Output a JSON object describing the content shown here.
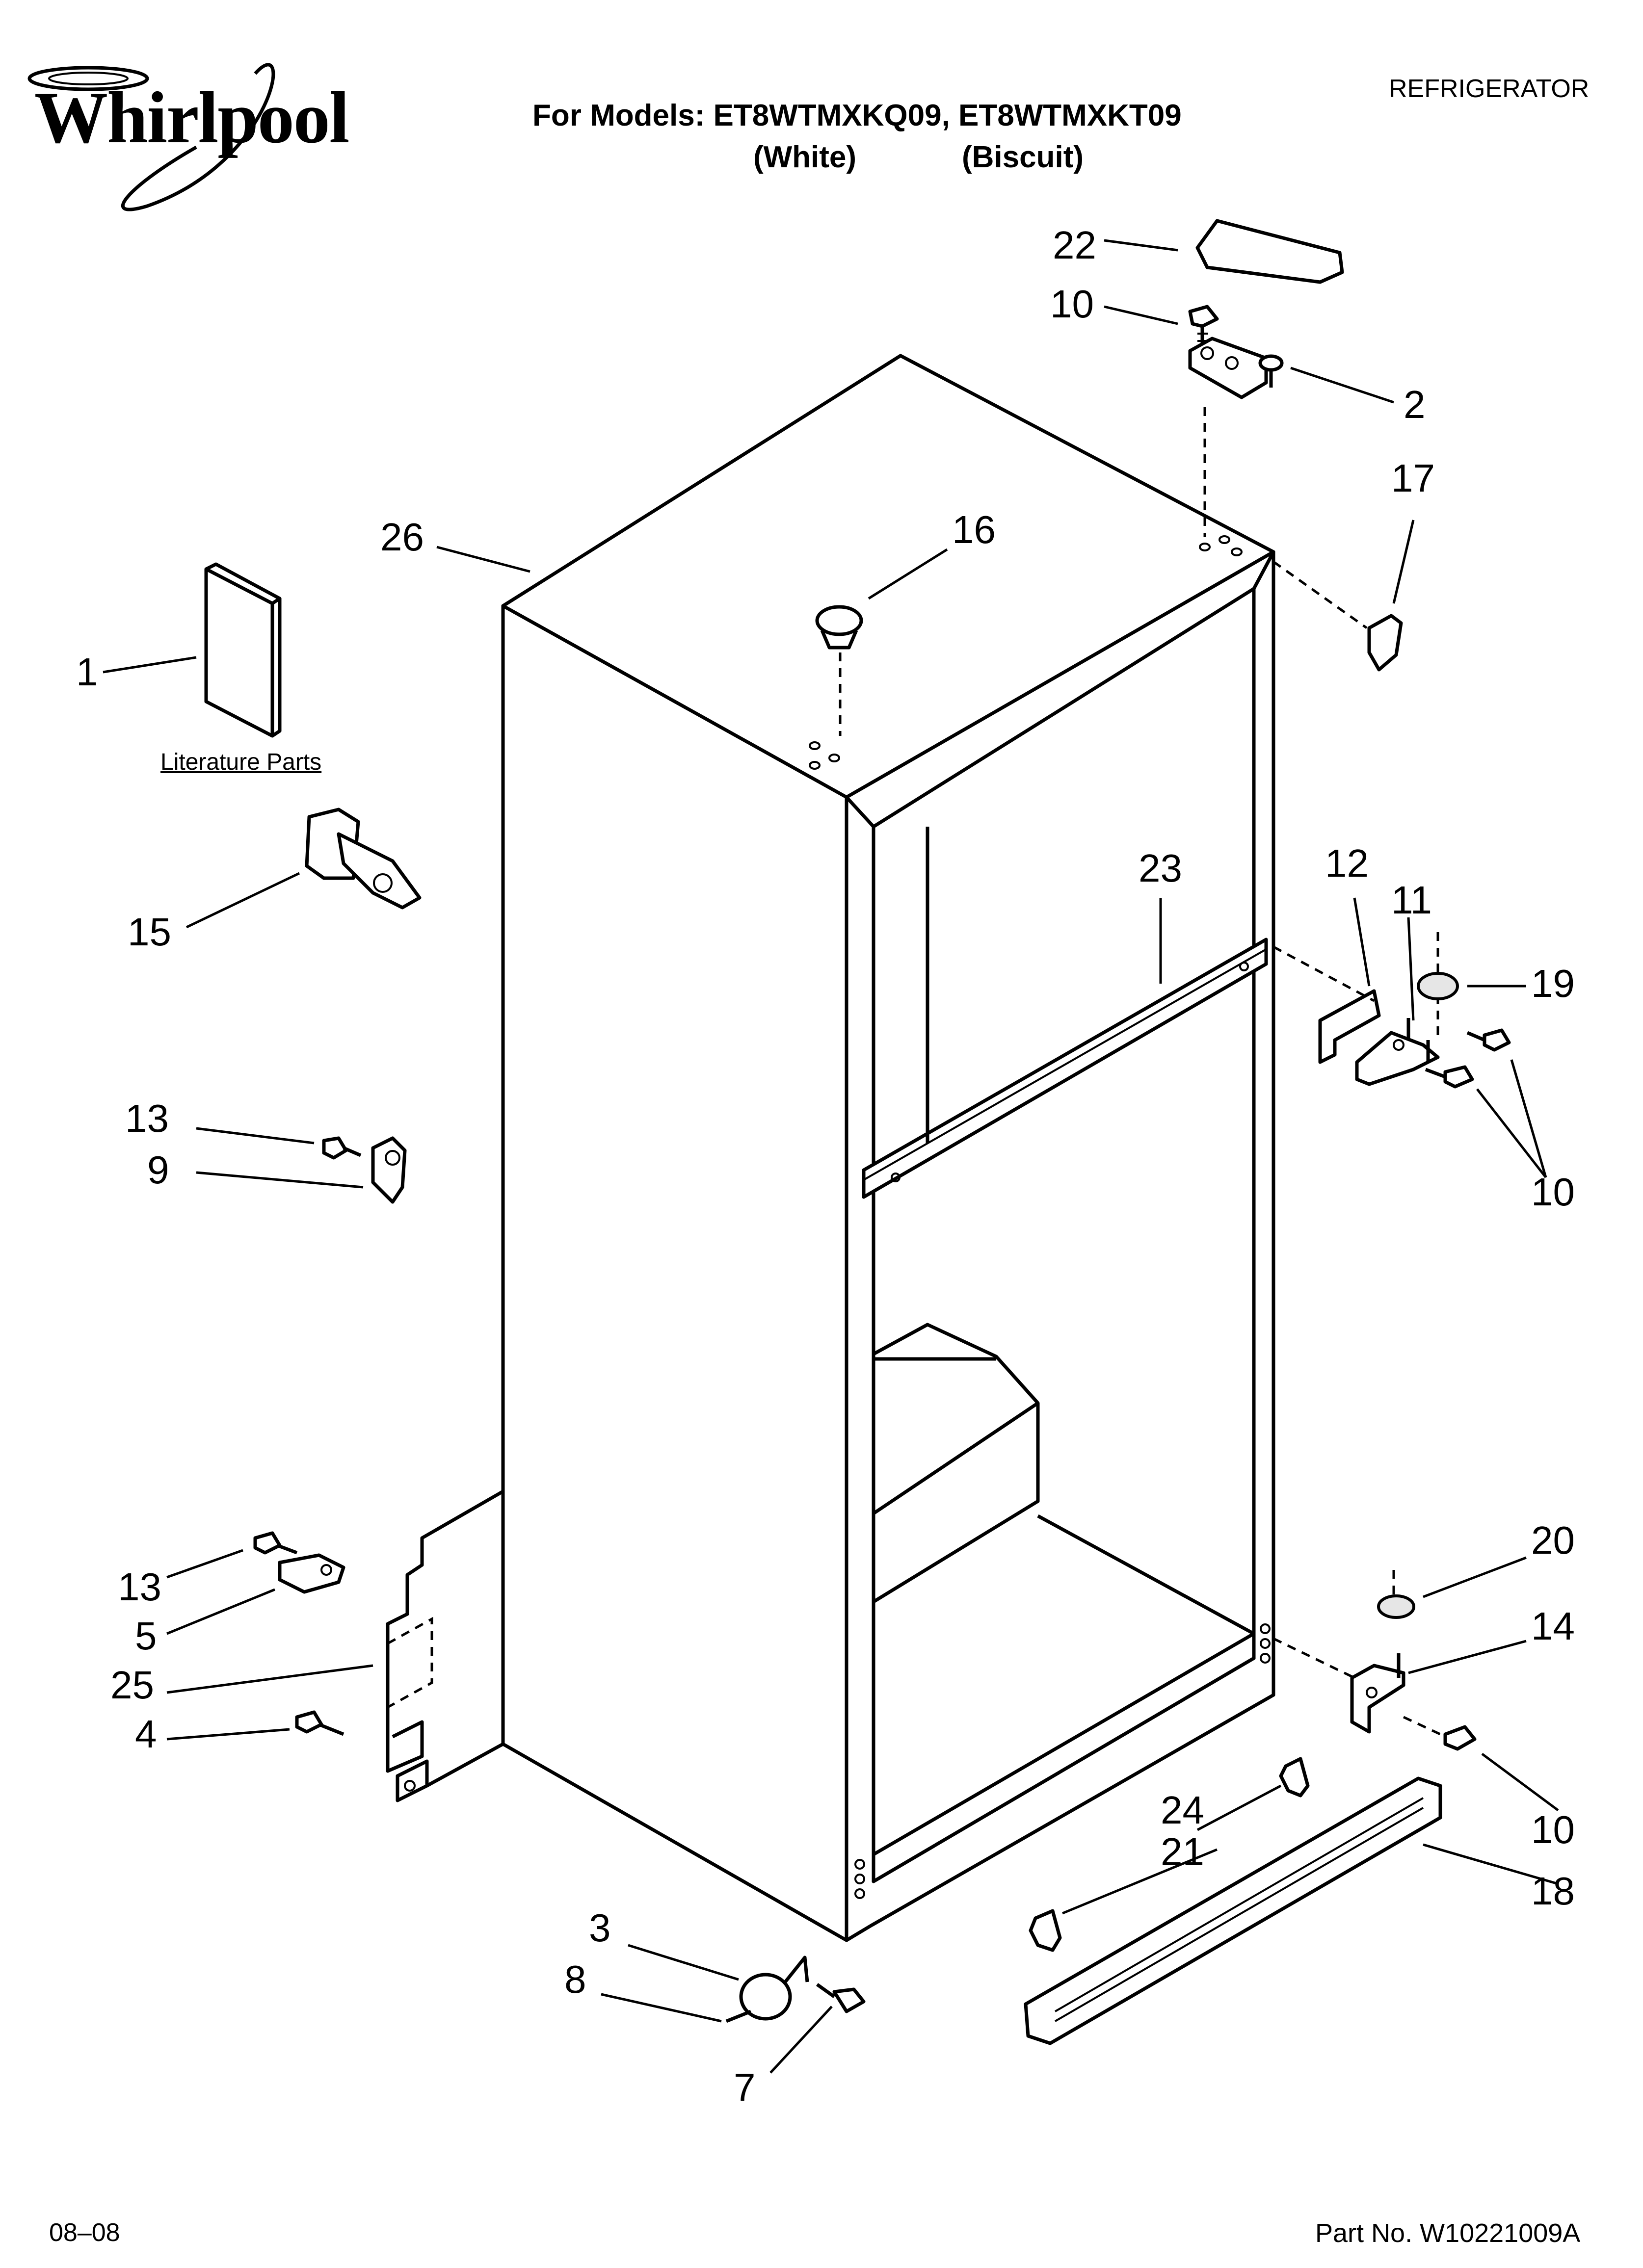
{
  "header": {
    "brand": "Whirlpool",
    "models_line": "For Models: ET8WTMXKQ09, ET8WTMXKT09",
    "variant_white": "(White)",
    "variant_biscuit": "(Biscuit)",
    "section": "REFRIGERATOR"
  },
  "footer": {
    "date_code": "08–08",
    "part_number": "Part No. W10221009A"
  },
  "literature_label": "Literature Parts",
  "callouts": {
    "c22": "22",
    "c10a": "10",
    "c2": "2",
    "c17": "17",
    "c26": "26",
    "c16": "16",
    "c1": "1",
    "c15": "15",
    "c23": "23",
    "c12": "12",
    "c11": "11",
    "c19": "19",
    "c10b": "10",
    "c13a": "13",
    "c9": "9",
    "c20": "20",
    "c14": "14",
    "c13b": "13",
    "c5": "5",
    "c25": "25",
    "c4": "4",
    "c10c": "10",
    "c24": "24",
    "c21": "21",
    "c18": "18",
    "c3": "3",
    "c8": "8",
    "c7": "7"
  }
}
